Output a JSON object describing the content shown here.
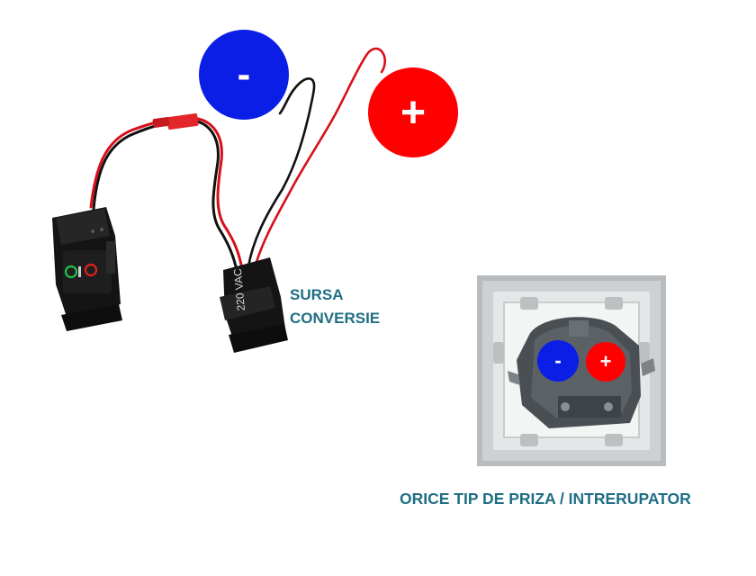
{
  "labels": {
    "sursa": "SURSA",
    "conversie": "CONVERSIE",
    "priza": "ORICE TIP DE PRIZA / INTRERUPATOR"
  },
  "polarity": {
    "minus": "-",
    "plus": "+",
    "minus_color": "#0a1ee6",
    "plus_color": "#ff0000"
  },
  "module": {
    "marking": "220 VAC"
  },
  "colors": {
    "label": "#1f6e84",
    "wire_red": "#d6101b",
    "wire_black": "#111111"
  }
}
